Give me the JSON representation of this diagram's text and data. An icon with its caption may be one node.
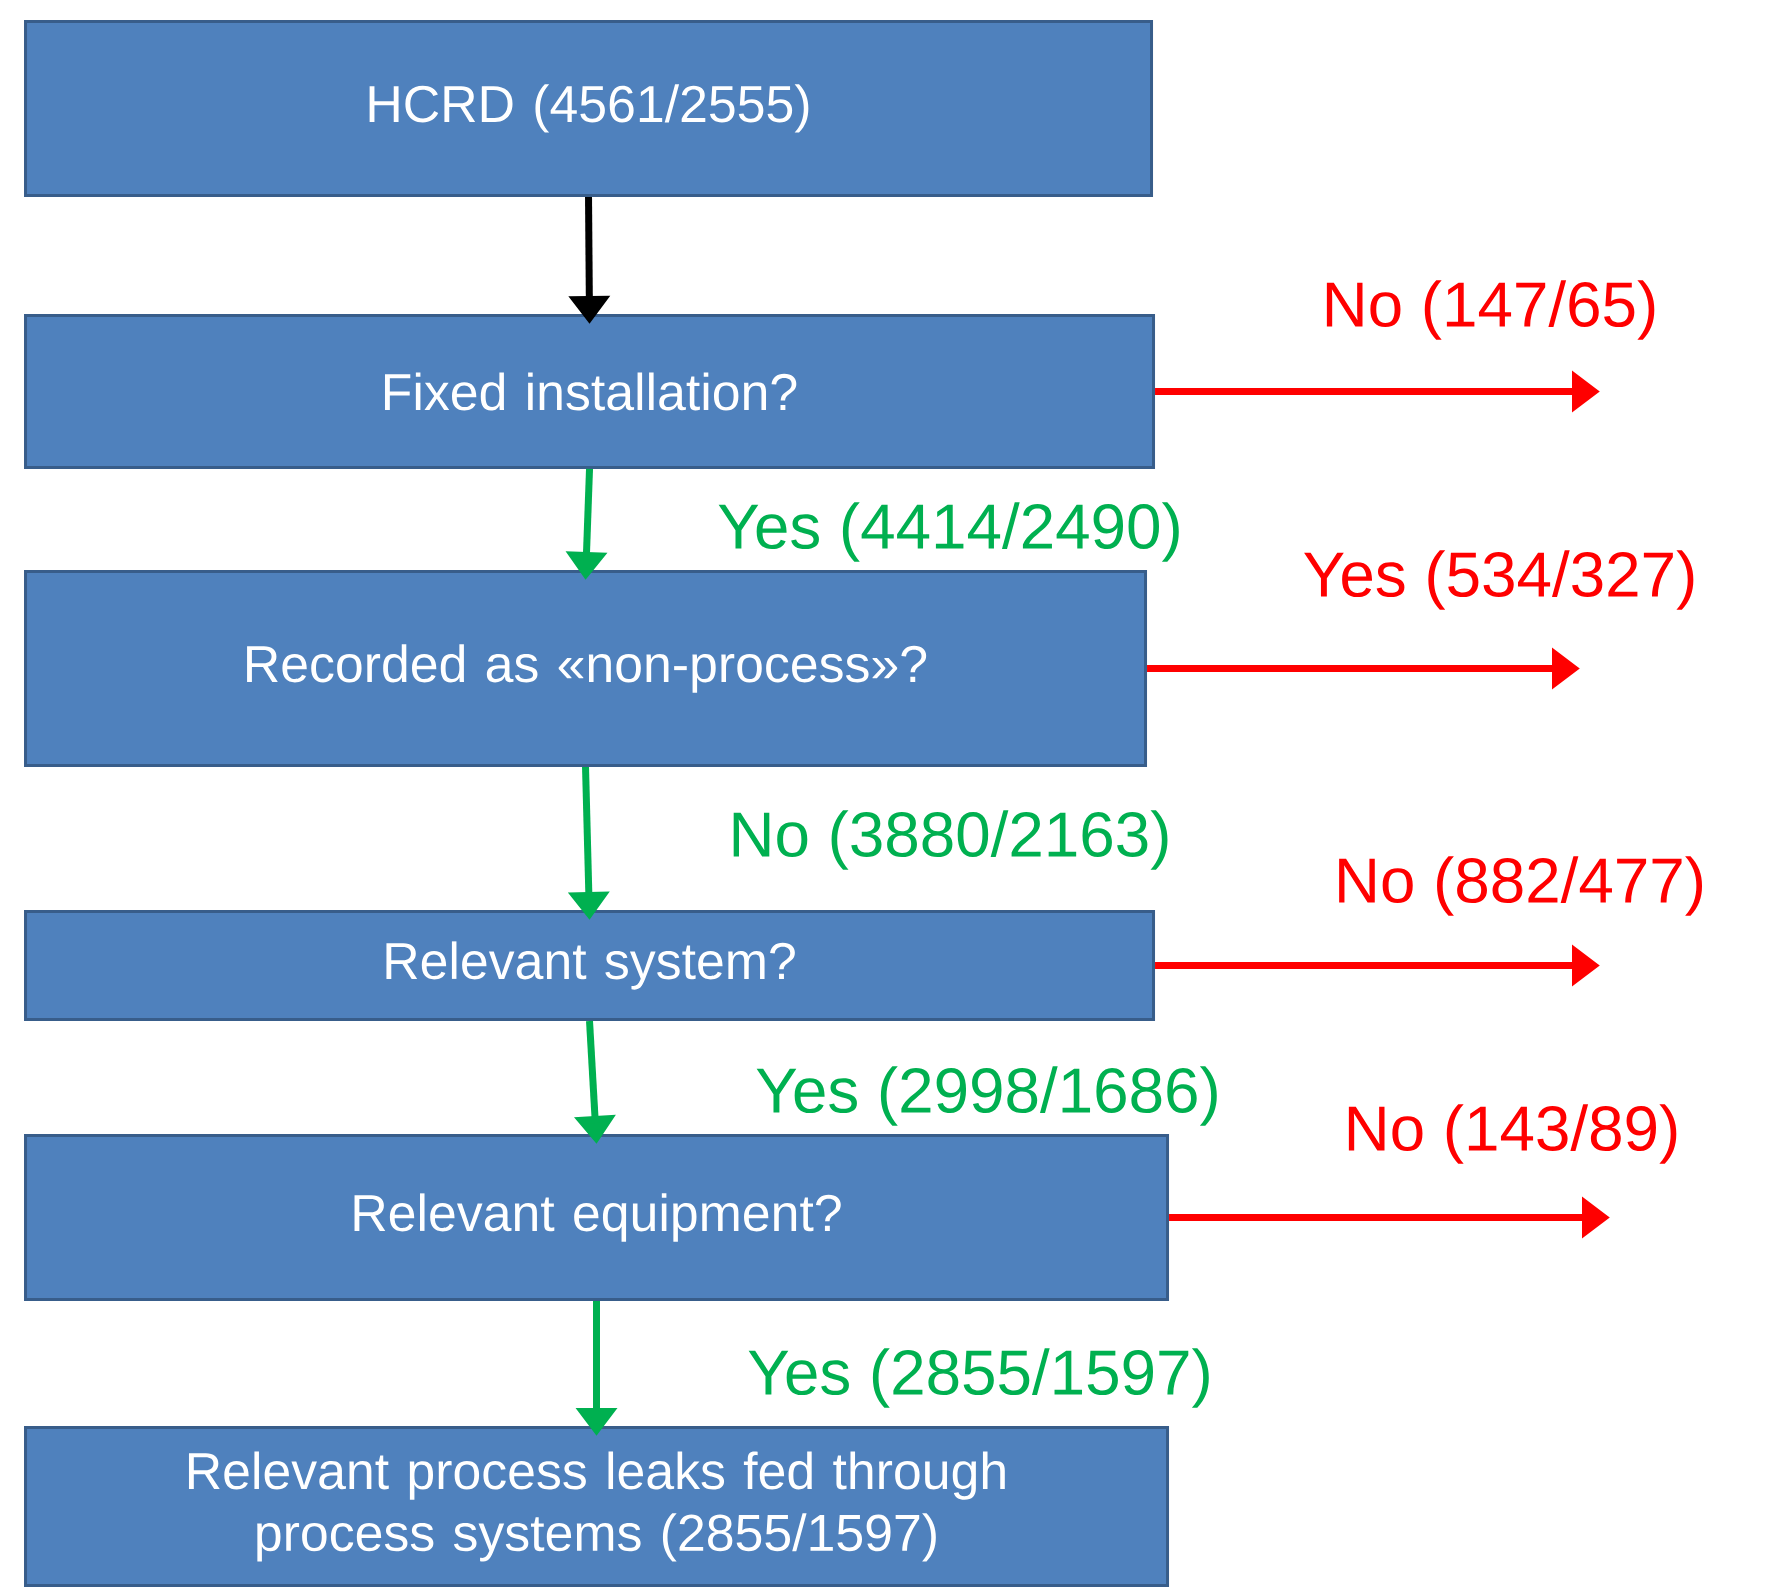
{
  "diagram": {
    "nodes": [
      {
        "text": [
          "HCRD (4561/2555)"
        ]
      },
      {
        "text": [
          "Fixed installation?"
        ]
      },
      {
        "text": [
          "Recorded as «non-process»?"
        ]
      },
      {
        "text": [
          "Relevant system?"
        ]
      },
      {
        "text": [
          "Relevant equipment?"
        ]
      },
      {
        "text": [
          "Relevant process leaks fed through process systems (2855/1597)"
        ]
      }
    ],
    "edges": [
      {
        "from": 0,
        "to": 1,
        "arrow": "to",
        "color": "#000000"
      },
      {
        "from": 1,
        "to": null,
        "arrow": "to",
        "label": "No (147/65)",
        "color": "#ff0000"
      },
      {
        "from": 1,
        "to": 2,
        "arrow": "to",
        "label": "Yes (4414/2490)",
        "color": "#00b050"
      },
      {
        "from": 2,
        "to": null,
        "arrow": "to",
        "label": "Yes (534/327)",
        "color": "#ff0000"
      },
      {
        "from": 2,
        "to": 3,
        "arrow": "to",
        "label": "No (3880/2163)",
        "color": "#00b050"
      },
      {
        "from": 3,
        "to": null,
        "arrow": "to",
        "label": "No (882/477)",
        "color": "#ff0000"
      },
      {
        "from": 3,
        "to": 4,
        "arrow": "to",
        "label": "Yes (2998/1686)",
        "color": "#00b050"
      },
      {
        "from": 4,
        "to": null,
        "arrow": "to",
        "label": "No (143/89)",
        "color": "#ff0000"
      },
      {
        "from": 4,
        "to": 5,
        "arrow": "to",
        "label": "Yes (2855/1597)",
        "color": "#00b050"
      }
    ]
  }
}
